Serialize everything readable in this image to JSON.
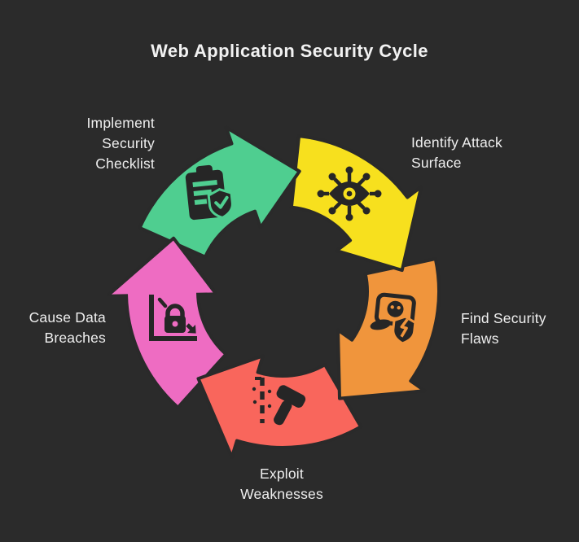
{
  "title": "Web Application Security Cycle",
  "colors": {
    "background": "#2b2b2b",
    "arrow_outline": "#2a2a2a",
    "icon": "#262626",
    "text": "#f2f2f2"
  },
  "diagram": {
    "type": "cycle",
    "direction": "clockwise",
    "segments": 5
  },
  "steps": [
    {
      "id": "implement-security-checklist",
      "label": "Implement Security Checklist",
      "lines": [
        "Implement",
        "Security",
        "Checklist"
      ],
      "color": "#4fce90",
      "icon": "clipboard-check-icon",
      "position": "top-left"
    },
    {
      "id": "identify-attack-surface",
      "label": "Identify Attack Surface",
      "lines": [
        "Identify Attack",
        "Surface"
      ],
      "color": "#f7e01e",
      "icon": "eye-network-icon",
      "position": "top-right"
    },
    {
      "id": "find-security-flaws",
      "label": "Find Security Flaws",
      "lines": [
        "Find Security",
        "Flaws"
      ],
      "color": "#f0953c",
      "icon": "laptop-ghost-icon",
      "position": "right"
    },
    {
      "id": "exploit-weaknesses",
      "label": "Exploit Weaknesses",
      "lines": [
        "Exploit",
        "Weaknesses"
      ],
      "color": "#f9665c",
      "icon": "hammer-crack-icon",
      "position": "bottom"
    },
    {
      "id": "cause-data-breaches",
      "label": "Cause Data Breaches",
      "lines": [
        "Cause Data",
        "Breaches"
      ],
      "color": "#ee6cc2",
      "icon": "chart-lock-icon",
      "position": "left"
    }
  ]
}
